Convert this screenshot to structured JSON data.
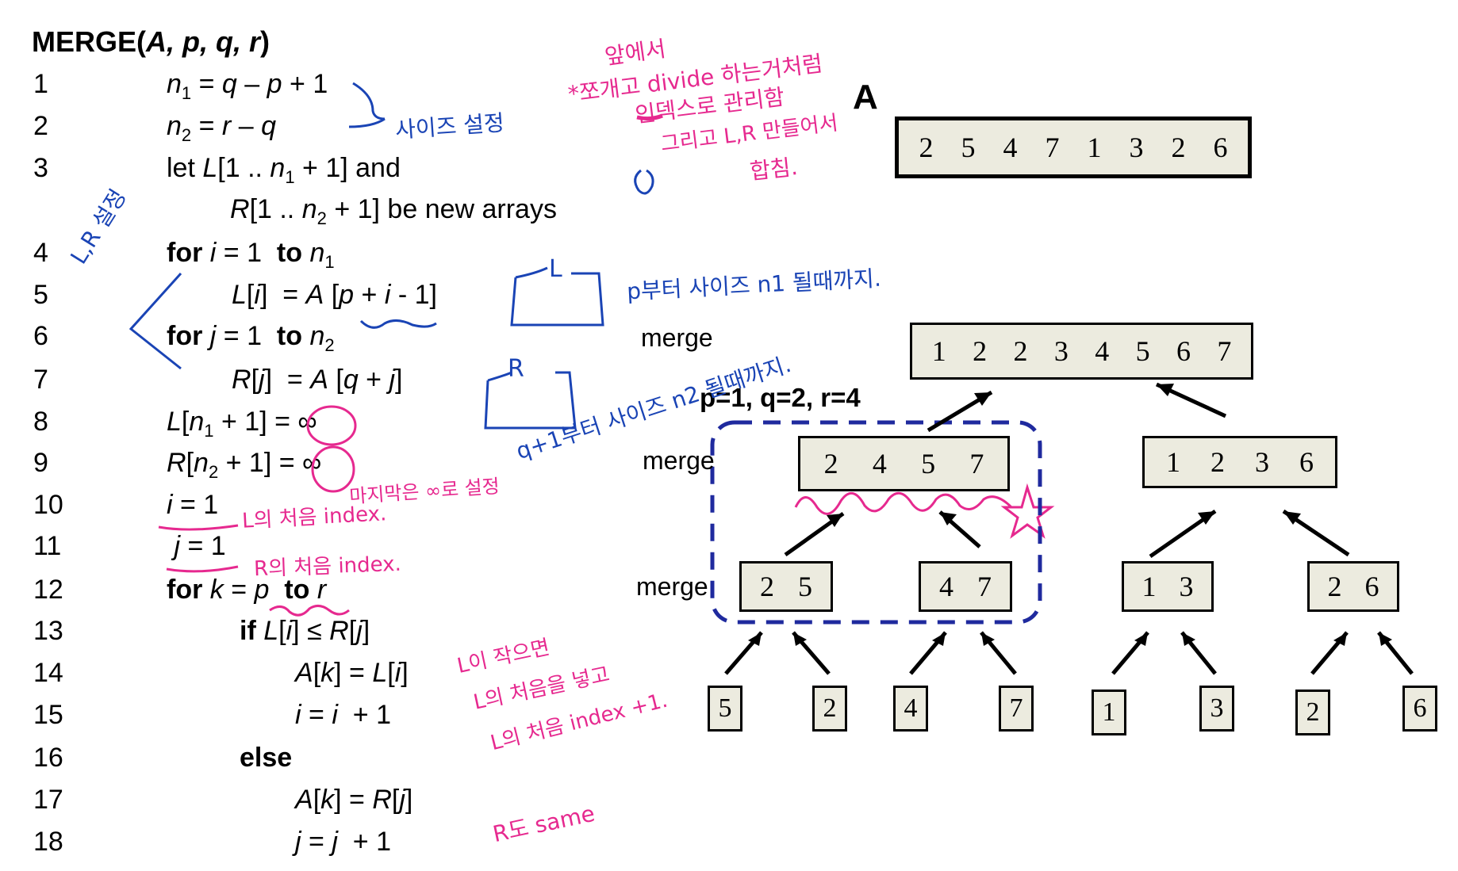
{
  "pseudocode": {
    "title": {
      "name": "MERGE(",
      "params": "A, p, q, r",
      "close": ")"
    },
    "lines": [
      {
        "num": "1",
        "html": "<i>n</i><sub>1</sub> = <i>q</i> – <i>p</i> + 1"
      },
      {
        "num": "2",
        "html": "<i>n</i><sub>2</sub> = <i>r</i> – <i>q</i>"
      },
      {
        "num": "3",
        "html": "let <i>L</i>[1 .. <i>n</i><sub>1</sub> + 1] and"
      },
      {
        "num": "",
        "html": "<i>R</i>[1 .. <i>n</i><sub>2</sub> + 1] be new arrays"
      },
      {
        "num": "4",
        "html": "<b>for</b> <i>i</i> = 1 &nbsp;<b>to</b> <i>n</i><sub>1</sub>"
      },
      {
        "num": "5",
        "html": "<i>L</i>[<i>i</i>] &nbsp;= <i>A</i> [<i>p</i> + <i>i</i> - 1]"
      },
      {
        "num": "6",
        "html": "<b>for</b> <i>j</i> = 1 &nbsp;<b>to</b> <i>n</i><sub>2</sub>"
      },
      {
        "num": "7",
        "html": "<i>R</i>[<i>j</i>] &nbsp;= <i>A</i> [<i>q</i> + <i>j</i>]"
      },
      {
        "num": "8",
        "html": "<i>L</i>[<i>n</i><sub>1</sub> + 1] = ∞"
      },
      {
        "num": "9",
        "html": "<i>R</i>[<i>n</i><sub>2</sub> + 1] = ∞"
      },
      {
        "num": "10",
        "html": "<i>i</i> = 1"
      },
      {
        "num": "11",
        "html": "&nbsp;<i>j</i> = 1"
      },
      {
        "num": "12",
        "html": "<b>for</b> <i>k</i> = <i>p</i> &nbsp;<b>to</b> <i>r</i>"
      },
      {
        "num": "13",
        "html": "<b>if</b> <i>L</i>[<i>i</i>] ≤ <i>R</i>[<i>j</i>]"
      },
      {
        "num": "14",
        "html": "<i>A</i>[<i>k</i>] = <i>L</i>[<i>i</i>]"
      },
      {
        "num": "15",
        "html": "<i>i</i> = <i>i</i> &nbsp;+ 1"
      },
      {
        "num": "16",
        "html": "<b>else</b>"
      },
      {
        "num": "17",
        "html": "<i>A</i>[<i>k</i>] = <i>R</i>[<i>j</i>]"
      },
      {
        "num": "18",
        "html": "<i>j</i> = <i>j</i> &nbsp;+ 1"
      }
    ]
  },
  "diagram": {
    "array_label": "A",
    "params_label": "p=1, q=2, r=4",
    "merge_label": "merge",
    "input_array": [
      "2",
      "5",
      "4",
      "7",
      "1",
      "3",
      "2",
      "6"
    ],
    "final": [
      "1",
      "2",
      "2",
      "3",
      "4",
      "5",
      "6",
      "7"
    ],
    "level2": [
      [
        "2",
        "4",
        "5",
        "7"
      ],
      [
        "1",
        "2",
        "3",
        "6"
      ]
    ],
    "level1": [
      [
        "2",
        "5"
      ],
      [
        "4",
        "7"
      ],
      [
        "1",
        "3"
      ],
      [
        "2",
        "6"
      ]
    ],
    "leaves": [
      "5",
      "2",
      "4",
      "7",
      "1",
      "3",
      "2",
      "6"
    ]
  },
  "annotations": {
    "top_note_1": "앞에서",
    "top_note_2": "*쪼개고   divide 하는거처럼",
    "top_note_3": "인덱스로 관리함",
    "top_note_4": "그리고 L,R 만들어서",
    "top_note_5": "합침.",
    "size_note": "사이즈 설정",
    "lr_note": "L,R 설정",
    "l_box": "L",
    "r_box": "R",
    "l_fill_note": "p부터 사이즈 n1 될때까지.",
    "r_fill_note": "q+1부터 사이즈 n2 될때까지.",
    "inf_note": "마지막은 ∞로 설정",
    "i_note": "L의 처음 index.",
    "j_note": "R의 처음 index.",
    "compare_note_1": "L이 작으면",
    "compare_note_2": "L의 처음을 넣고",
    "compare_note_3": "L의 처음 index +1.",
    "same_note": "R도 same"
  },
  "colors": {
    "pink": "#e6298f",
    "blue": "#1a44b5",
    "dashed_box": "#1f2a9e",
    "cell_fill": "#ecebdf"
  }
}
